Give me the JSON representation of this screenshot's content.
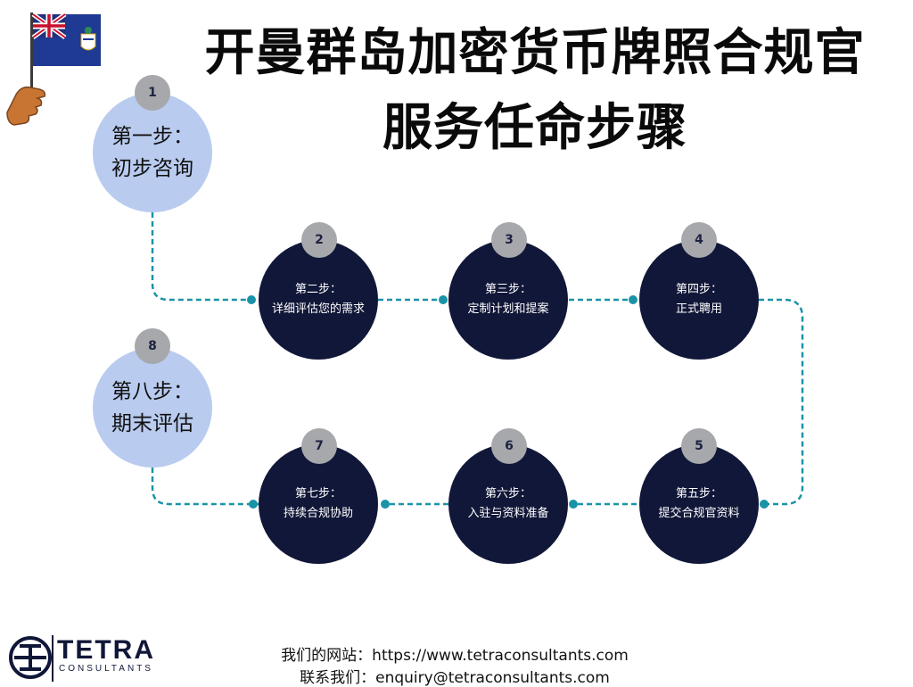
{
  "title": {
    "line1": "开曼群岛加密货币牌照合规官",
    "line2": "服务任命步骤"
  },
  "steps": [
    {
      "number": "1",
      "label": "第一步：",
      "text": "初步咨询"
    },
    {
      "number": "2",
      "label": "第二步：",
      "text": "详细评估您的需求"
    },
    {
      "number": "3",
      "label": "第三步：",
      "text": "定制计划和提案"
    },
    {
      "number": "4",
      "label": "第四步：",
      "text": "正式聘用"
    },
    {
      "number": "5",
      "label": "第五步：",
      "text": "提交合规官资料"
    },
    {
      "number": "6",
      "label": "第六步：",
      "text": "入驻与资料准备"
    },
    {
      "number": "7",
      "label": "第七步：",
      "text": "持续合规协助"
    },
    {
      "number": "8",
      "label": "第八步：",
      "text": "期末评估"
    }
  ],
  "logo": {
    "name": "TETRA",
    "subtitle": "CONSULTANTS"
  },
  "footer": {
    "website": "我们的网站：https://www.tetraconsultants.com",
    "contact": "联系我们：enquiry@tetraconsultants.com"
  },
  "colors": {
    "dark_circle": "#111738",
    "light_circle": "#b9cbef",
    "badge": "#a7a8ac",
    "connector": "#1a93a8"
  }
}
